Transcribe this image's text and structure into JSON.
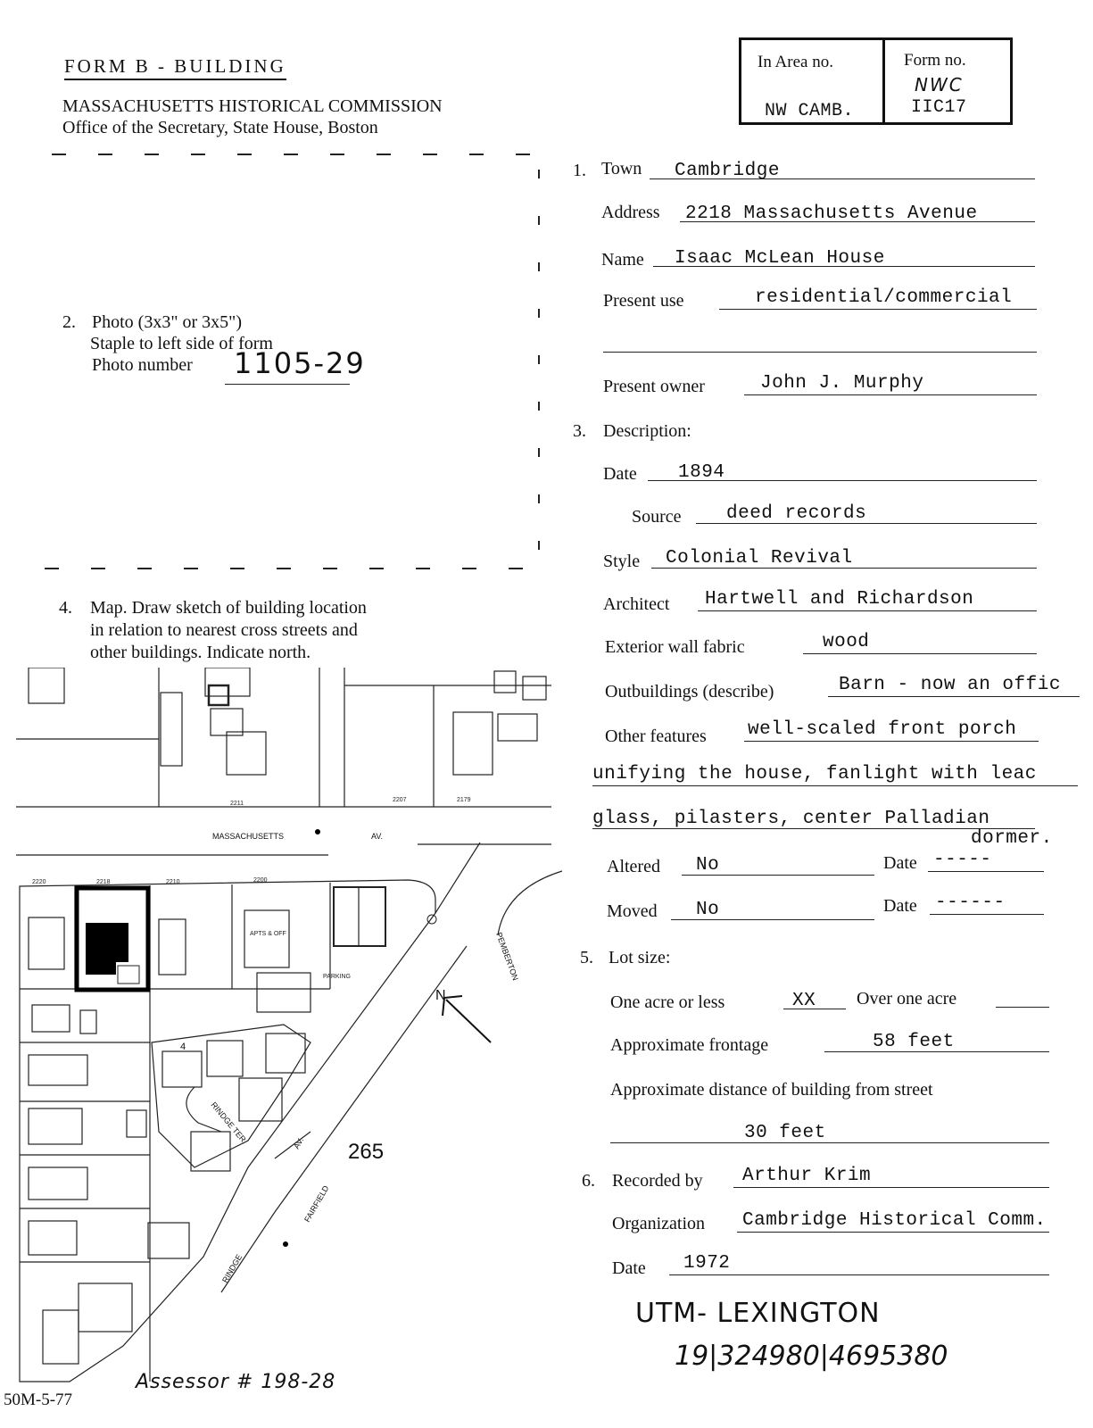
{
  "header": {
    "form_title": "FORM B - BUILDING",
    "commission": "MASSACHUSETTS HISTORICAL COMMISSION",
    "office": "Office of the Secretary, State House, Boston"
  },
  "form_box": {
    "area_label": "In Area no.",
    "area_value": "NW CAMB.",
    "form_label": "Form no.",
    "form_handwritten": "NWC",
    "form_value": "IIC17"
  },
  "section1": {
    "number": "1.",
    "town_label": "Town",
    "town_value": "Cambridge",
    "address_label": "Address",
    "address_value": "2218 Massachusetts Avenue",
    "name_label": "Name",
    "name_value": "Isaac McLean House",
    "present_use_label": "Present use",
    "present_use_value": "residential/commercial",
    "owner_label": "Present owner",
    "owner_value": "John J. Murphy"
  },
  "section2": {
    "number": "2.",
    "line1": "Photo  (3x3\" or 3x5\")",
    "line2": "Staple to left side of form",
    "photo_number_label": "Photo number",
    "photo_number_value": "1105-29"
  },
  "section3": {
    "number": "3.",
    "label": "Description:",
    "date_label": "Date",
    "date_value": "1894",
    "source_label": "Source",
    "source_value": "deed records",
    "style_label": "Style",
    "style_value": "Colonial Revival",
    "architect_label": "Architect",
    "architect_value": "Hartwell and Richardson",
    "wall_label": "Exterior wall fabric",
    "wall_value": "wood",
    "outbuildings_label": "Outbuildings (describe)",
    "outbuildings_value": "Barn - now an offic",
    "other_label": "Other features",
    "other_value_1": "well-scaled front porch",
    "other_value_2": "unifying the house, fanlight with leac",
    "other_value_3": "glass, pilasters, center Palladian",
    "other_value_4": "dormer.",
    "altered_label": "Altered",
    "altered_value": "No",
    "altered_date_label": "Date",
    "altered_date_value": "-----",
    "moved_label": "Moved",
    "moved_value": "No",
    "moved_date_label": "Date",
    "moved_date_value": "------"
  },
  "section4": {
    "number": "4.",
    "line1": "Map.  Draw sketch of building location",
    "line2": "in relation to nearest cross streets and",
    "line3": "other buildings.  Indicate north."
  },
  "section5": {
    "number": "5.",
    "label": "Lot size:",
    "acre_less_label": "One acre or less",
    "acre_less_value": "XX",
    "acre_over_label": "Over one acre",
    "frontage_label": "Approximate frontage",
    "frontage_value": "58 feet",
    "distance_label": "Approximate distance of building from street",
    "distance_value": "30 feet"
  },
  "section6": {
    "number": "6.",
    "recorded_label": "Recorded by",
    "recorded_value": "Arthur Krim",
    "org_label": "Organization",
    "org_value": "Cambridge Historical Comm.",
    "date_label": "Date",
    "date_value": "1972"
  },
  "handwritten": {
    "utm_line1": "UTM- LEXINGTON",
    "utm_line2": "19|324980|4695380",
    "assessor": "Assessor # 198-28"
  },
  "footer": {
    "form_code": "50M-5-77"
  },
  "map": {
    "street_main": "MASSACHUSETTS",
    "street_main_suffix": "AV.",
    "street_rindge_ter": "RINDGE TER.",
    "street_rindge": "RINDGE",
    "street_rindge_av": "AV.",
    "street_pemberton": "PEMBERTON",
    "street_fairfield": "FAIRFIELD",
    "plate_number": "265",
    "north_label": "N",
    "lot_2218": "2218",
    "lot_2210": "2210",
    "lot_2200": "2200",
    "lot_2220": "2220",
    "lot_2207": "2207",
    "lot_2179": "2179",
    "lot_2211": "2211",
    "parking_label": "PARKING",
    "apts_off": "APTS & OFF",
    "block_4": "4"
  }
}
